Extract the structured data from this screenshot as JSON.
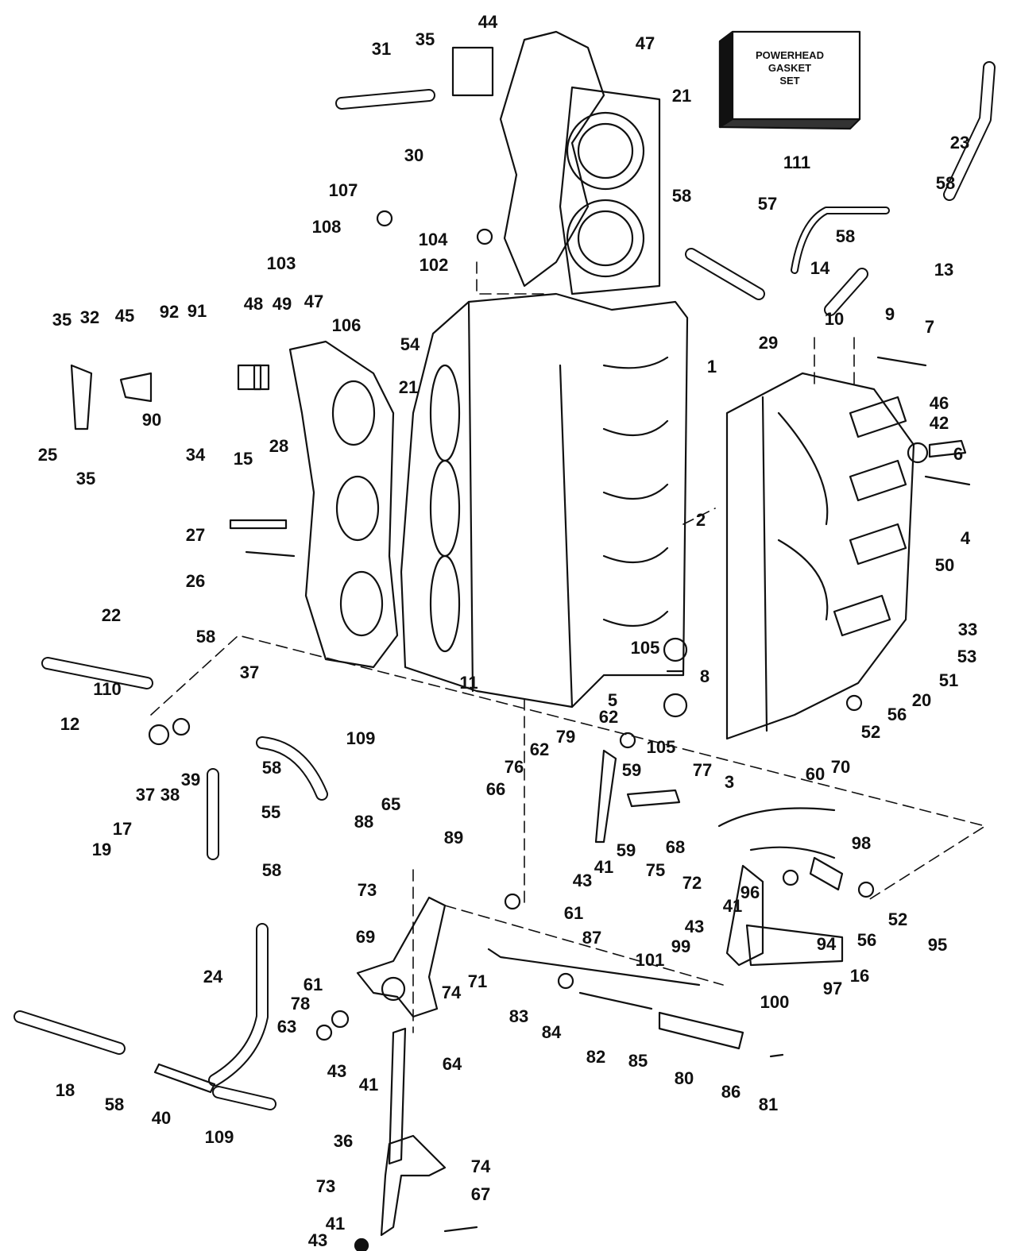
{
  "gasket_box": {
    "lines": [
      "POWERHEAD",
      "GASKET",
      "SET"
    ]
  },
  "callouts": [
    "1",
    "2",
    "3",
    "4",
    "5",
    "6",
    "7",
    "8",
    "9",
    "10",
    "11",
    "12",
    "13",
    "14",
    "15",
    "16",
    "17",
    "18",
    "19",
    "20",
    "21",
    "21",
    "22",
    "23",
    "24",
    "25",
    "26",
    "27",
    "28",
    "29",
    "30",
    "31",
    "32",
    "33",
    "34",
    "35",
    "35",
    "35",
    "36",
    "37",
    "37",
    "38",
    "39",
    "40",
    "41",
    "41",
    "41",
    "41",
    "42",
    "43",
    "43",
    "43",
    "43",
    "44",
    "45",
    "46",
    "47",
    "47",
    "48",
    "49",
    "50",
    "51",
    "52",
    "52",
    "53",
    "54",
    "55",
    "56",
    "56",
    "57",
    "58",
    "58",
    "58",
    "58",
    "58",
    "58",
    "58",
    "59",
    "59",
    "60",
    "61",
    "61",
    "62",
    "62",
    "63",
    "64",
    "65",
    "66",
    "67",
    "68",
    "69",
    "70",
    "71",
    "72",
    "73",
    "73",
    "74",
    "74",
    "75",
    "76",
    "77",
    "78",
    "79",
    "80",
    "81",
    "82",
    "83",
    "84",
    "85",
    "86",
    "87",
    "88",
    "89",
    "90",
    "91",
    "92",
    "94",
    "95",
    "96",
    "97",
    "98",
    "99",
    "100",
    "101",
    "102",
    "103",
    "104",
    "105",
    "105",
    "106",
    "107",
    "108",
    "109",
    "109",
    "110",
    "111"
  ]
}
